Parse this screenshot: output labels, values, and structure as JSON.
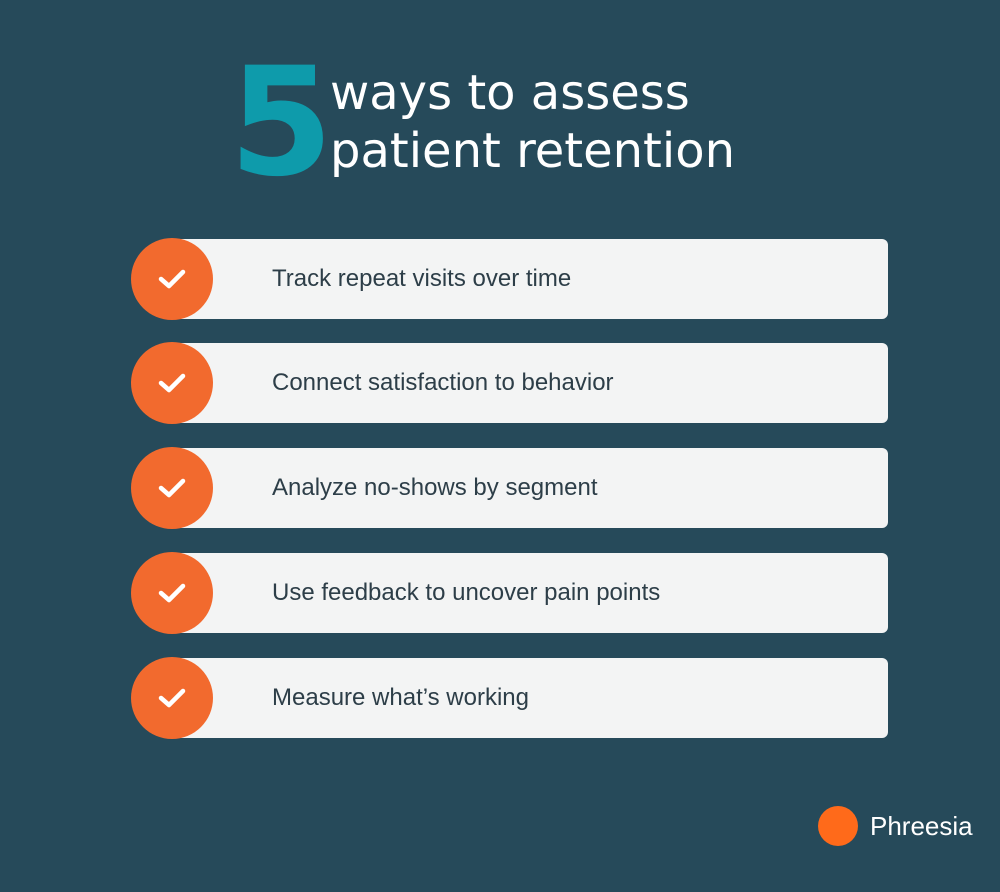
{
  "header": {
    "number": "5",
    "title_line1": "ways to assess",
    "title_line2": "patient retention"
  },
  "items": [
    {
      "label": "Track repeat visits over time",
      "icon": "checkmark-icon"
    },
    {
      "label": "Connect satisfaction to behavior",
      "icon": "checkmark-icon"
    },
    {
      "label": "Analyze no-shows by segment",
      "icon": "checkmark-icon"
    },
    {
      "label": "Use feedback to uncover pain points",
      "icon": "checkmark-icon"
    },
    {
      "label": "Measure what’s working",
      "icon": "checkmark-icon"
    }
  ],
  "brand": {
    "name": "Phreesia"
  },
  "colors": {
    "background": "#264a5a",
    "number_accent": "#0e9bab",
    "check_circle": "#f26a2e",
    "card": "#f3f4f4",
    "brand_dot": "#ff6a1a"
  }
}
